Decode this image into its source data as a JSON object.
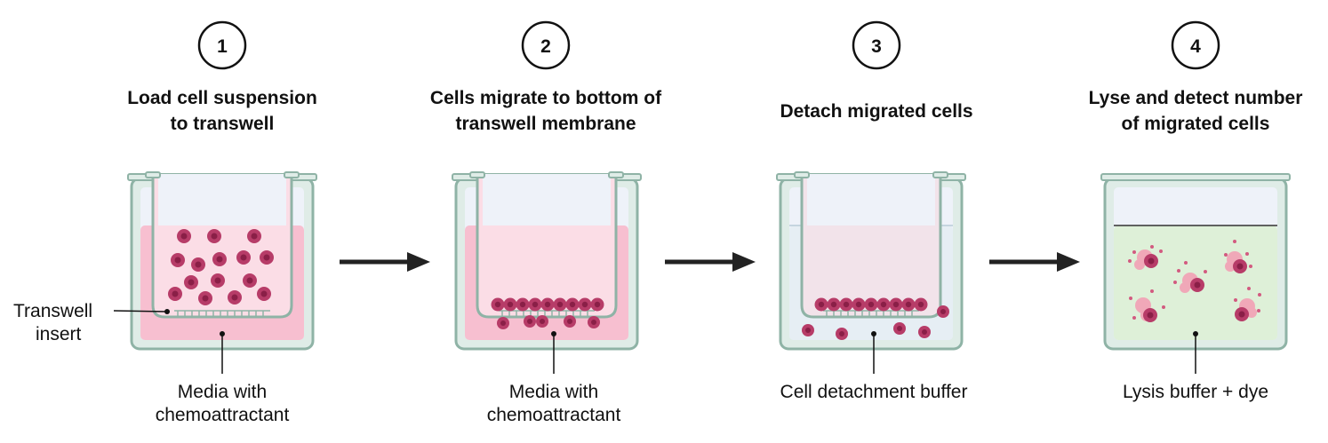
{
  "steps": [
    {
      "number": "1",
      "title_lines": [
        "Load cell suspension",
        "to transwell"
      ],
      "bottom_label_lines": [
        "Media with",
        "chemoattractant"
      ]
    },
    {
      "number": "2",
      "title_lines": [
        "Cells migrate to bottom of",
        "transwell membrane"
      ],
      "bottom_label_lines": [
        "Media with",
        "chemoattractant"
      ]
    },
    {
      "number": "3",
      "title_lines": [
        "Detach migrated cells"
      ],
      "bottom_label_lines": [
        "Cell detachment buffer"
      ]
    },
    {
      "number": "4",
      "title_lines": [
        "Lyse and detect number",
        "of migrated cells"
      ],
      "bottom_label_lines": [
        "Lysis buffer + dye"
      ]
    }
  ],
  "side_label_lines": [
    "Transwell",
    "insert"
  ],
  "colors": {
    "well_outline": "#8fb3a6",
    "well_fill": "#dfece7",
    "pink_medium": "#f7bfd0",
    "pink_light": "#fbdde6",
    "buffer_blue": "#e6eef4",
    "insert_pink_pale": "#f2e3ea",
    "lysis_green": "#def0d8",
    "top_space": "#eef2f9",
    "cell_outer": "#b73c68",
    "cell_inner": "#8a1f47",
    "debris": "#f0a8b8",
    "arrow": "#222222"
  }
}
